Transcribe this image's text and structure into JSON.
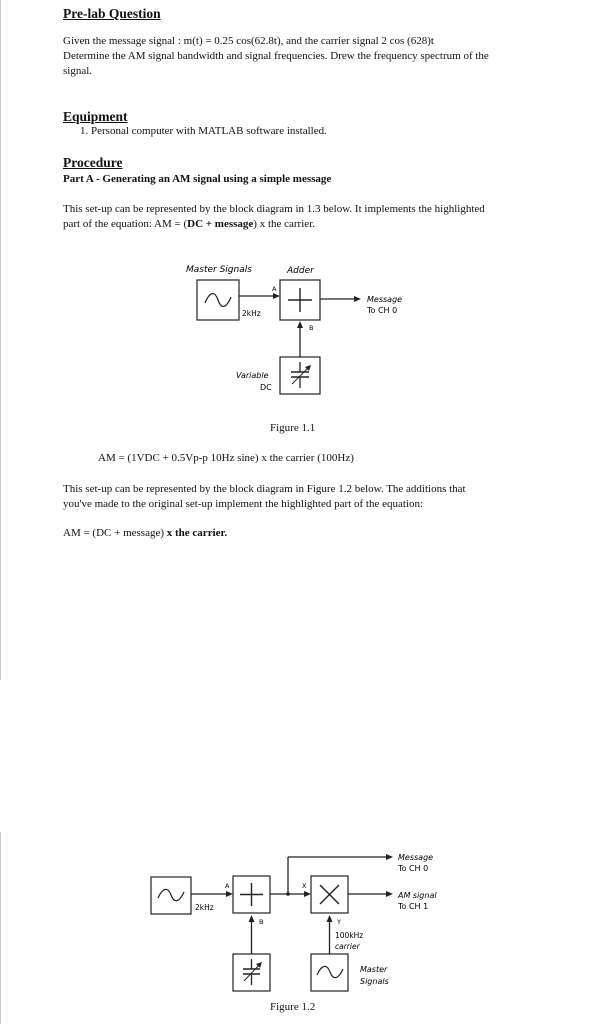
{
  "prelab": {
    "heading": "Pre-lab Question",
    "line1": "Given the message signal : m(t) = 0.25 cos(62.8t), and the carrier signal 2 cos (628)t",
    "line2": "Determine the AM signal bandwidth and signal frequencies. Drew the frequency spectrum of the",
    "line3": "signal."
  },
  "equipment": {
    "heading": "Equipment",
    "item1": "1.  Personal computer with MATLAB software installed."
  },
  "procedure": {
    "heading": "Procedure",
    "part_a": "Part A - Generating  an AM signal using a simple message",
    "para1_line1": "This set-up can be represented by the block diagram in 1.3 below. It implements the highlighted",
    "para1_line2_a": "part of the equation: AM = (",
    "para1_line2_b": "DC + message",
    "para1_line2_c": ") x the carrier.",
    "figure1_caption": "Figure 1.1",
    "am_equation": "AM = (1VDC + 0.5Vp-p 10Hz  sine) x the carrier (100Hz)",
    "para2_line1": "This set-up can be represented by the block diagram in Figure 1.2 below.  The additions that",
    "para2_line2": "you've made to the original set-up implement the highlighted part of the equation:",
    "eq2_a": "AM = (DC + message) ",
    "eq2_b": "x  the  carrier.",
    "figure2_caption": "Figure 1.2"
  },
  "figure1": {
    "master_signals": "Master Signals",
    "adder": "Adder",
    "freq": "2kHz",
    "port_a": "A",
    "port_b": "B",
    "message_l1": "Message",
    "message_l2": "To CH 0",
    "variable_l1": "Variable",
    "variable_l2": "DC"
  },
  "figure2": {
    "freq": "2kHz",
    "port_a": "A",
    "port_b": "B",
    "port_x": "X",
    "port_y": "Y",
    "message_l1": "Message",
    "message_l2": "To CH 0",
    "am_l1": "AM signal",
    "am_l2": "To CH 1",
    "carrier_l1": "100kHz",
    "carrier_l2": "carrier",
    "master_l1": "Master",
    "master_l2": "Signals"
  }
}
